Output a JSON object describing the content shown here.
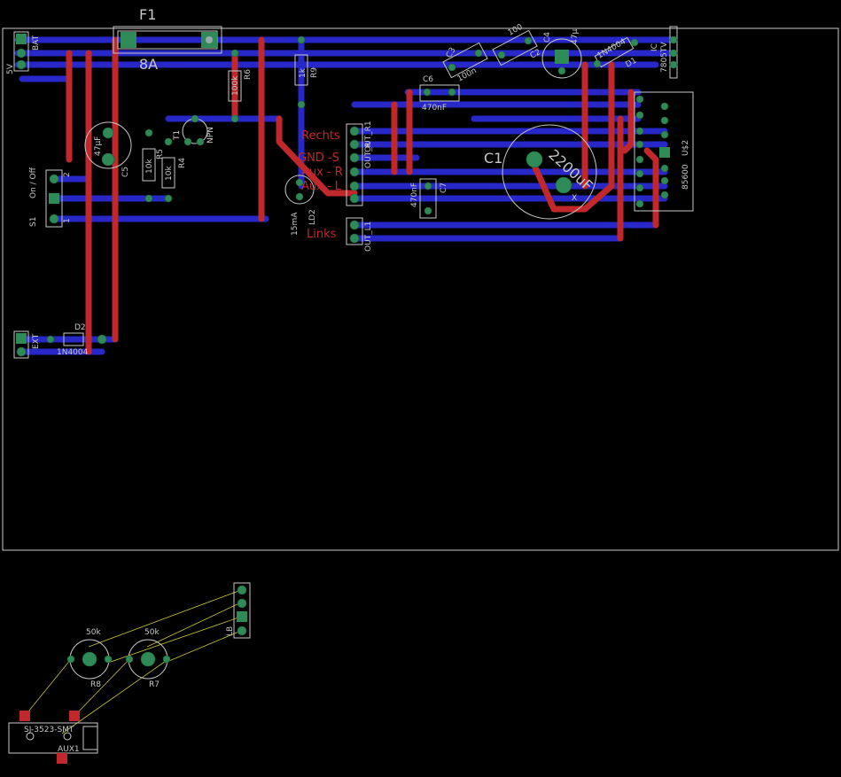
{
  "app": {
    "name": "EAGLE board editor",
    "view": "Board"
  },
  "labels": {
    "f1": "F1",
    "f1_value": "8A",
    "bat": "BAT",
    "v5": "5V",
    "r6": "R6",
    "r6_val": "100k",
    "r9": "R9",
    "r9_val": "1k",
    "c5": "C5",
    "c5_val": "47µF",
    "r5": "R5",
    "r5_val": "10k",
    "r4": "R4",
    "r4_val": "10k",
    "t1": "T1",
    "npn": "NPN",
    "s1": "S1",
    "onoff": "On / Off",
    "ext": "EXT",
    "d2": "D2",
    "d2_val": "1N4004",
    "ld2": "LD2",
    "ld2_val": "15mA",
    "rechts": "Rechts",
    "gnd_s": "GND -S",
    "aux_r": "Aux - R",
    "aux_l": "Aux - L",
    "links": "Links",
    "out_r1": "OUT_R1",
    "out_r": "OUT_R",
    "out_l1": "OUT_L1",
    "c6": "C6",
    "c6_val": "470nF",
    "c7": "C7",
    "c7_val": "470nF",
    "c3": "C3",
    "c3_val": "100n",
    "c2": "C2",
    "c2_val": "100",
    "c4": "C4",
    "c4_val": "47µ",
    "d1": "D1",
    "d1_val": "1N4004",
    "ic": "IC",
    "ic_val": "7805TV",
    "c1": "C1",
    "c1_val": "2200uF",
    "u2": "U$2",
    "u2_val": "85600",
    "r8": "R8",
    "r8_val": "50k",
    "r7": "R7",
    "r7_val": "50k",
    "aux1": "AUX1",
    "sj": "SJ-3523-SMT",
    "lb": "LB",
    "one": "1",
    "two": "2",
    "x": "X"
  },
  "colors": {
    "background": "#000000",
    "top_layer": "#c0282c",
    "bottom_layer": "#2828c8",
    "pad": "#2e8b57",
    "airwire": "#c8c832",
    "silkscreen": "#c8c8c8"
  }
}
